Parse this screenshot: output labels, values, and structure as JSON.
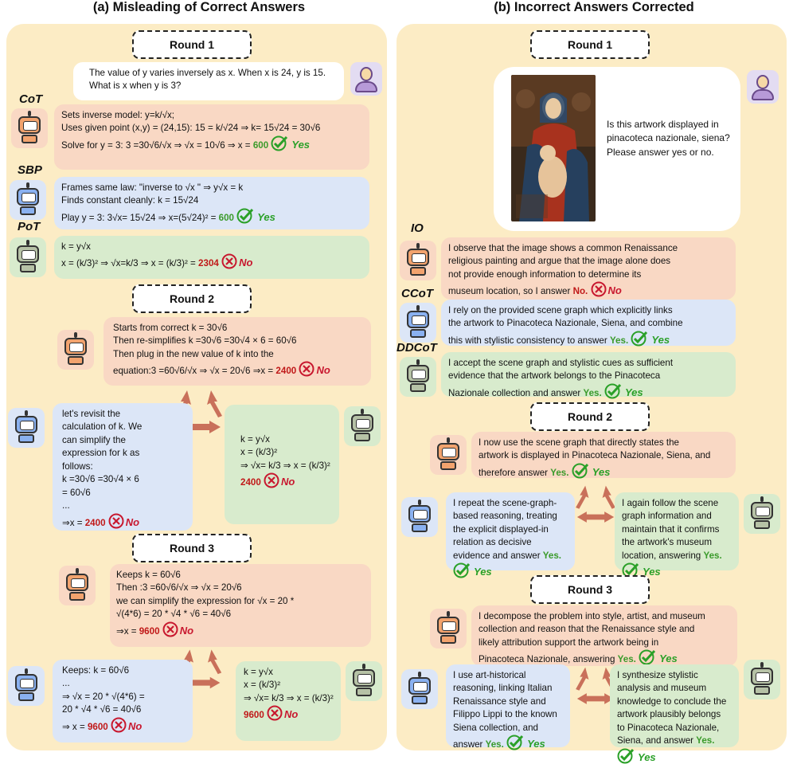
{
  "left": {
    "title": "(a) Misleading of Correct Answers",
    "round1": "Round 1",
    "round2": "Round 2",
    "round3": "Round 3",
    "question": [
      "The value of  y varies inversely as  x. When x is 24, y is 15.",
      "What is x when y is 3?"
    ],
    "cot_tag": "CoT",
    "cot": [
      "Sets inverse model: y=k/√x;",
      "Uses given point (x,y) = (24,15): 15 = k/√24 ⇒ k= 15√24  =  30√6",
      "Solve for y = 3: 3 =30√6/√x ⇒ √x  =  10√6 ⇒ x = "
    ],
    "cot_ans": "600",
    "sbp_tag": "SBP",
    "sbp": [
      "Frames same law: \"inverse to √x \" ⇒  y√x = k",
      "Finds constant cleanly: k = 15√24",
      "Play y = 3: 3√x= 15√24 ⇒  x=(5√24)² = "
    ],
    "sbp_ans": "600",
    "pot_tag": "PoT",
    "pot": [
      "k = y√x",
      "x = (k/3)² ⇒ √x=k/3 ⇒ x = (k/3)² = "
    ],
    "pot_ans": "2304",
    "r2_orange": [
      "Starts from correct k = 30√6",
      "Then re-simplifies k =30√6 =30√4 × 6 = 60√6",
      "Then plug in the new value of k into the",
      "equation:3 =60√6/√x ⇒ √x  =  20√6 ⇒x = "
    ],
    "r2_orange_ans": "2400",
    "r2_blue": [
      "let's revisit the",
      "calculation of k. We",
      "can simplify the",
      "expression for k as",
      "follows:",
      "k =30√6 =30√4 × 6",
      "= 60√6",
      "...",
      "⇒x = "
    ],
    "r2_blue_ans": "2400",
    "r2_green": [
      "k = y√x",
      "x = (k/3)²",
      "⇒ √x= k/3 ⇒ x = (k/3)²",
      ""
    ],
    "r2_green_ans": "2400",
    "r3_orange": [
      "Keeps k = 60√6",
      "Then :3 =60√6/√x ⇒ √x  =  20√6",
      "we can simplify the expression for √x = 20 *",
      "√(4*6) = 20 * √4 * √6 =  40√6",
      "⇒x = "
    ],
    "r3_orange_ans": "9600",
    "r3_blue": [
      "Keeps: k = 60√6",
      "...",
      "⇒ √x = 20 * √(4*6) =",
      "20 * √4 * √6 = 40√6",
      "⇒ x = "
    ],
    "r3_blue_ans": "9600",
    "r3_green": [
      "k = y√x",
      "x = (k/3)²",
      "⇒ √x= k/3 ⇒ x = (k/3)²",
      ""
    ],
    "r3_green_ans": "9600"
  },
  "right": {
    "title": "(b) Incorrect Answers Corrected",
    "round1": "Round 1",
    "round2": "Round 2",
    "round3": "Round 3",
    "question": [
      "Is this artwork displayed in",
      "pinacoteca nazionale, siena?",
      "Please answer yes or no."
    ],
    "io_tag": "IO",
    "io": [
      "I observe that the image shows a common Renaissance",
      "religious painting and argue that the image alone does",
      "not provide enough information to determine its",
      "museum location, so I answer "
    ],
    "io_ans": "No.",
    "ccot_tag": "CCoT",
    "ccot": [
      "I rely on the provided scene graph which explicitly links",
      "the artwork to Pinacoteca Nazionale, Siena, and combine",
      "this with stylistic consistency to answer "
    ],
    "ccot_ans": "Yes.",
    "ddcot_tag": "DDCoT",
    "ddcot": [
      "I accept the scene graph and stylistic cues as sufficient",
      "evidence that the artwork belongs to the Pinacoteca",
      "Nazionale collection and answer "
    ],
    "ddcot_ans": "Yes.",
    "r2_orange": [
      "I now use the scene graph that directly states the",
      "artwork is displayed in Pinacoteca Nazionale, Siena, and",
      "therefore answer "
    ],
    "r2_orange_ans": "Yes.",
    "r2_blue": [
      "I repeat the scene-graph-",
      "based reasoning, treating",
      "the explicit displayed-in",
      "relation as decisive",
      "evidence and answer "
    ],
    "r2_blue_ans": "Yes.",
    "r2_green": [
      "I again follow the scene",
      "graph information and",
      "maintain that it confirms",
      "the artwork's museum",
      "location, answering "
    ],
    "r2_green_ans": "Yes.",
    "r3_orange": [
      "I decompose the problem into style, artist, and museum",
      "collection and reason that the Renaissance style and",
      "likely attribution support the artwork being in",
      "Pinacoteca Nazionale, answering "
    ],
    "r3_orange_ans": "Yes.",
    "r3_blue": [
      "I use art-historical",
      "reasoning, linking Italian",
      "Renaissance style and",
      "Filippo Lippi to the known",
      "Siena collection, and",
      "answer "
    ],
    "r3_blue_ans": "Yes.",
    "r3_green": [
      "I synthesize stylistic",
      "analysis and museum",
      "knowledge to conclude the",
      "artwork plausibly belongs",
      "to Pinacoteca Nazionale,",
      "Siena, and answer "
    ],
    "r3_green_ans": "Yes."
  },
  "marks": {
    "yes": "Yes",
    "no": "No"
  },
  "colors": {
    "panel": "#fcecc5",
    "orange": "#f9d8c4",
    "blue": "#dce6f7",
    "green": "#d8ebcd",
    "arrow": "#c9705a",
    "yes": "#2aa028",
    "no": "#c8182f"
  }
}
